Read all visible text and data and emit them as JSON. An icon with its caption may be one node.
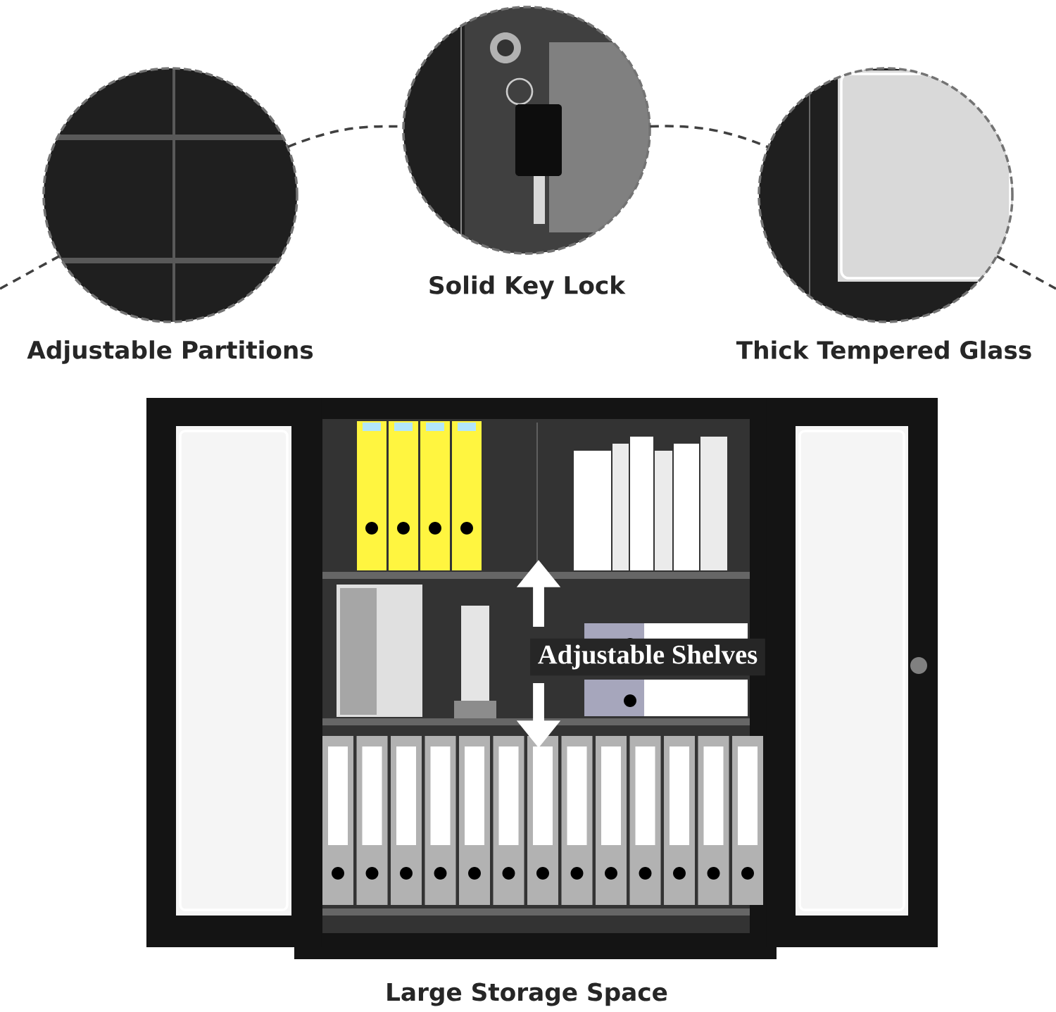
{
  "diagram": {
    "nodes": [
      {
        "text": [],
        "shape": "picture",
        "beside": [
          "Adjustable Partitions"
        ]
      },
      {
        "text": [],
        "shape": "picture",
        "beside": [
          "Solid Key Lock"
        ]
      },
      {
        "text": [],
        "shape": "picture",
        "beside": [
          "Thick Tempered Glass"
        ]
      },
      {
        "text": [],
        "shape": "picture",
        "beside": [
          "Large Storage Space"
        ]
      }
    ],
    "edges": [
      {
        "from": null,
        "to": 0,
        "arrow": "none",
        "style": "dashed"
      },
      {
        "from": 0,
        "to": 1,
        "arrow": "none",
        "style": "dashed"
      },
      {
        "from": 1,
        "to": 2,
        "arrow": "none",
        "style": "dashed"
      },
      {
        "from": 2,
        "to": null,
        "arrow": "none",
        "style": "dashed"
      }
    ],
    "labels": [
      "Adjustable Shelves"
    ]
  }
}
